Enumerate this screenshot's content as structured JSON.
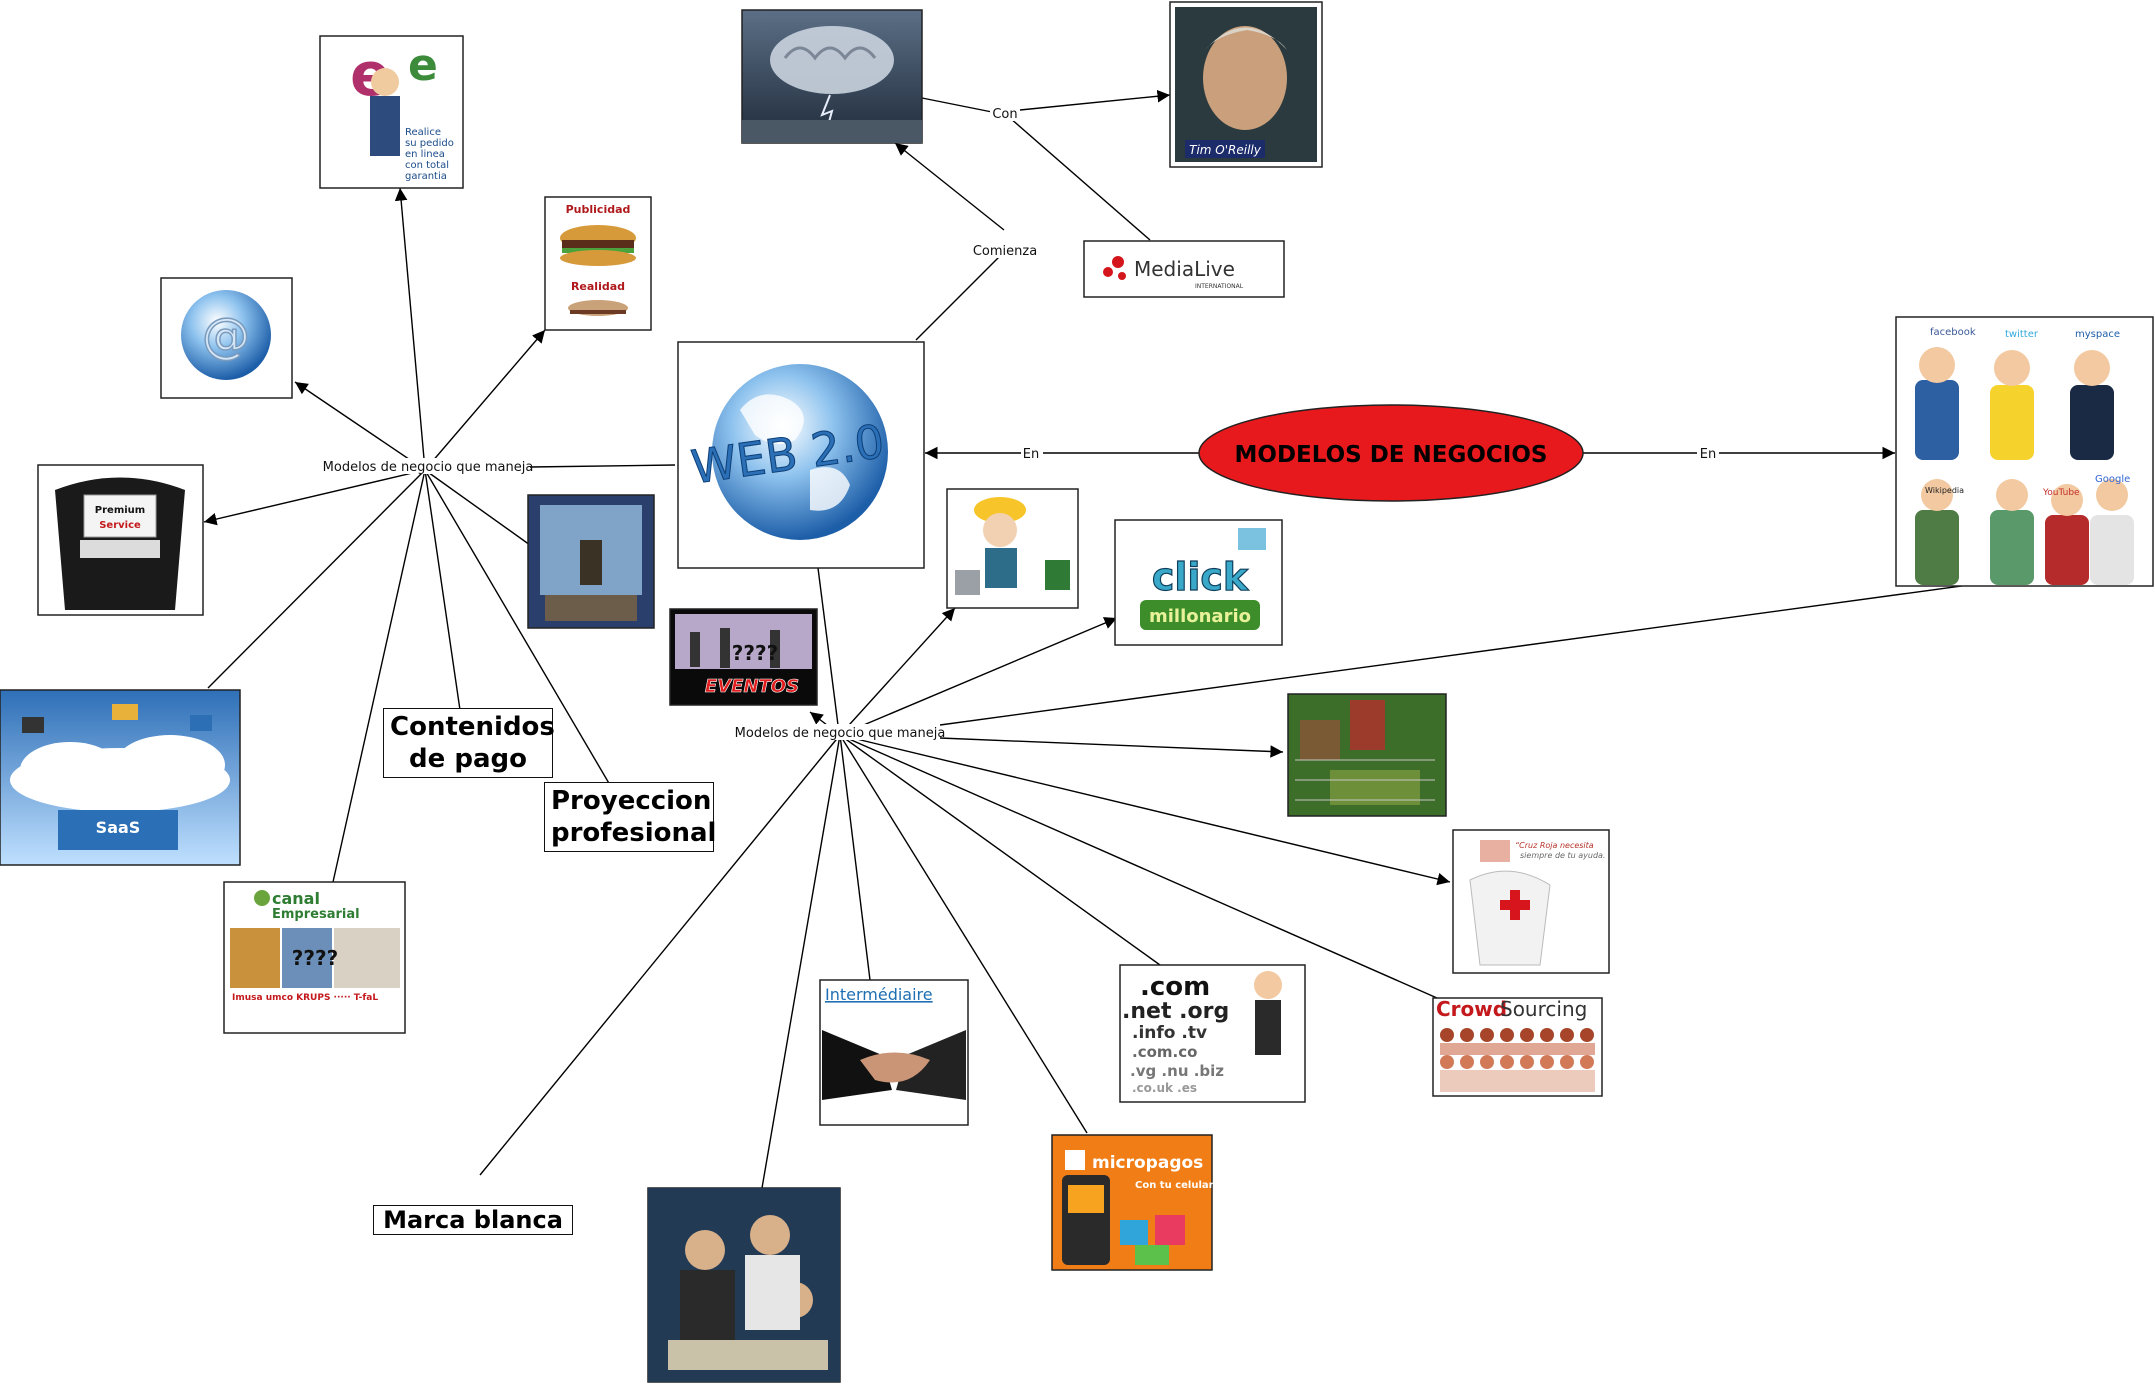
{
  "center": {
    "title": "MODELOS DE NEGOCIOS",
    "fill": "#e8191c"
  },
  "edges": {
    "en_left": "En",
    "en_right": "En",
    "comienza": "Comienza",
    "con": "Con",
    "models_left": "Modelos de negocio que maneja",
    "models_right": "Modelos de negocio que maneja"
  },
  "nodes": {
    "web20": "WEB 2.0",
    "tim": "Tim O'Reilly",
    "medialive": "MediaLive",
    "medialive_sub": "INTERNATIONAL",
    "premium": "Premium Service",
    "ecommerce_text": "Realice su pedido en linea con total garantia",
    "publicidad_top": "Publicidad",
    "publicidad_bottom": "Realidad",
    "saas": "SaaS",
    "contenidos": "Contenidos de pago",
    "proyeccion": "Proyeccion profesional",
    "canal_title": "canal",
    "canal_sub": "Empresarial",
    "marca_blanca": "Marca blanca",
    "eventos": "EVENTOS",
    "clickmillonario": "click millonario",
    "intermediaire": "Intermédiaire",
    "domains": [
      ".com",
      ".net .org",
      ".info .tv",
      ".com.co",
      ".vg .nu .biz",
      ".co.uk .es"
    ],
    "micropagos": "micropagos",
    "micropagos_sub": "Con tu celular Compras",
    "crowd1": "Crowd",
    "crowd2": "Sourcing",
    "social": [
      "facebook",
      "twitter",
      "myspace",
      "Wikipedia",
      "Google",
      "YouTube"
    ]
  },
  "colors": {
    "accent": "#e8191c",
    "web_blue": "#3f7fc2",
    "sky": "#8db7e3",
    "orange": "#f07d16"
  }
}
